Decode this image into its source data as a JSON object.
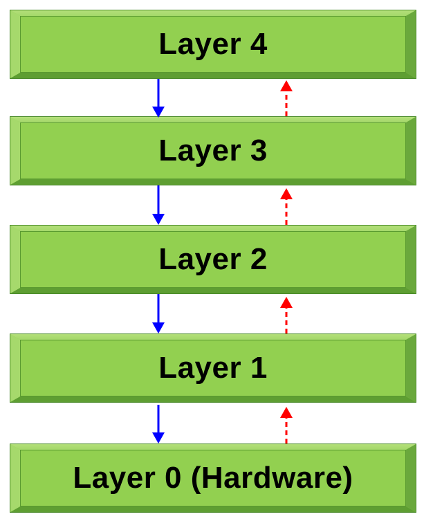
{
  "layers": [
    {
      "label": "Layer 4"
    },
    {
      "label": "Layer 3"
    },
    {
      "label": "Layer 2"
    },
    {
      "label": "Layer 1"
    },
    {
      "label": "Layer 0 (Hardware)"
    }
  ],
  "colors": {
    "layer_fill": "#92d050",
    "down_arrow": "#0000ff",
    "up_arrow": "#ff0000"
  }
}
